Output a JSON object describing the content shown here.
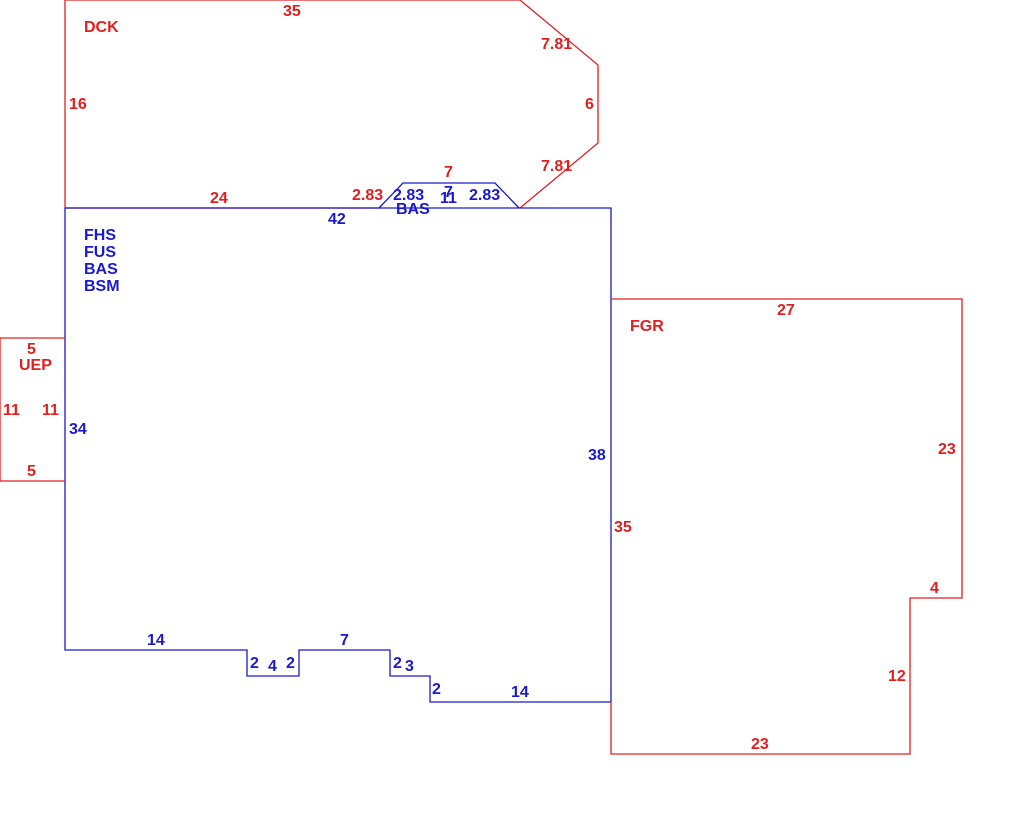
{
  "colors": {
    "red": "#e02020",
    "blue": "#1a1acc"
  },
  "dck": {
    "name": "DCK",
    "dims": {
      "top": "35",
      "diag_upper": "7.81",
      "right": "6",
      "diag_lower": "7.81",
      "left": "16",
      "bottom": "24"
    }
  },
  "bay": {
    "outer": {
      "left": "2.83",
      "top": "7"
    },
    "inner": {
      "left": "2.83",
      "top": "7",
      "right": "2.83",
      "depth": "11"
    },
    "name": "BAS"
  },
  "main": {
    "areas": [
      "FHS",
      "FUS",
      "BAS",
      "BSM"
    ],
    "dims": {
      "top": "42",
      "left": "34",
      "right": "38",
      "b1": "14",
      "b2a": "2",
      "b3": "4",
      "b2b": "2",
      "b4": "7",
      "b5": "2",
      "b6": "3",
      "b7": "2",
      "b8": "14"
    }
  },
  "uep": {
    "name": "UEP",
    "dims": {
      "top": "5",
      "left": "11",
      "right": "11",
      "bottom": "5"
    }
  },
  "fgr": {
    "name": "FGR",
    "dims": {
      "top": "27",
      "right": "23",
      "notch_top": "4",
      "notch_side": "12",
      "bottom": "23",
      "left": "35"
    }
  }
}
